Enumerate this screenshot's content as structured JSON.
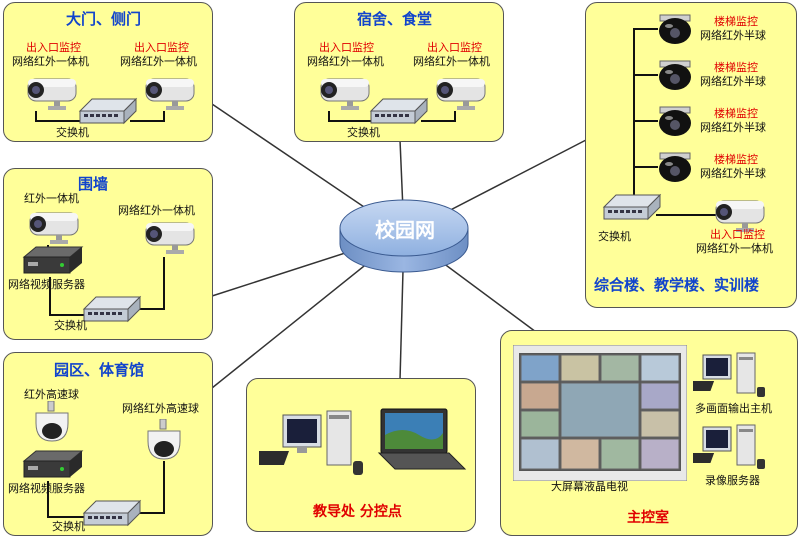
{
  "hub": {
    "label": "校园网"
  },
  "gate": {
    "title": "大门、侧门",
    "cam1_tag": "出入口监控",
    "cam1_name": "网络红外一体机",
    "cam2_tag": "出入口监控",
    "cam2_name": "网络红外一体机",
    "switch": "交换机"
  },
  "dorm": {
    "title": "宿舍、食堂",
    "cam1_tag": "出入口监控",
    "cam1_name": "网络红外一体机",
    "cam2_tag": "出入口监控",
    "cam2_name": "网络红外一体机",
    "switch": "交换机"
  },
  "complex": {
    "title": "综合楼、教学楼、实训楼",
    "domes": [
      {
        "tag": "楼梯监控",
        "name": "网络红外半球"
      },
      {
        "tag": "楼梯监控",
        "name": "网络红外半球"
      },
      {
        "tag": "楼梯监控",
        "name": "网络红外半球"
      },
      {
        "tag": "楼梯监控",
        "name": "网络红外半球"
      }
    ],
    "cam_tag": "出入口监控",
    "cam_name": "网络红外一体机",
    "switch": "交换机"
  },
  "wall": {
    "title": "围墙",
    "cam1_name": "红外一体机",
    "cam2_name": "网络红外一体机",
    "server": "网络视频服务器",
    "switch": "交换机"
  },
  "park": {
    "title": "园区、体育馆",
    "ptz1_name": "红外高速球",
    "ptz2_name": "网络红外高速球",
    "server": "网络视频服务器",
    "switch": "交换机"
  },
  "office": {
    "title": "教导处 分控点"
  },
  "control": {
    "title": "主控室",
    "screen": "大屏幕液晶电视",
    "host": "多画面输出主机",
    "recorder": "录像服务器"
  },
  "colors": {
    "panel": "#ffff99",
    "title_blue": "#1144cc",
    "tag_red": "#e00000"
  }
}
